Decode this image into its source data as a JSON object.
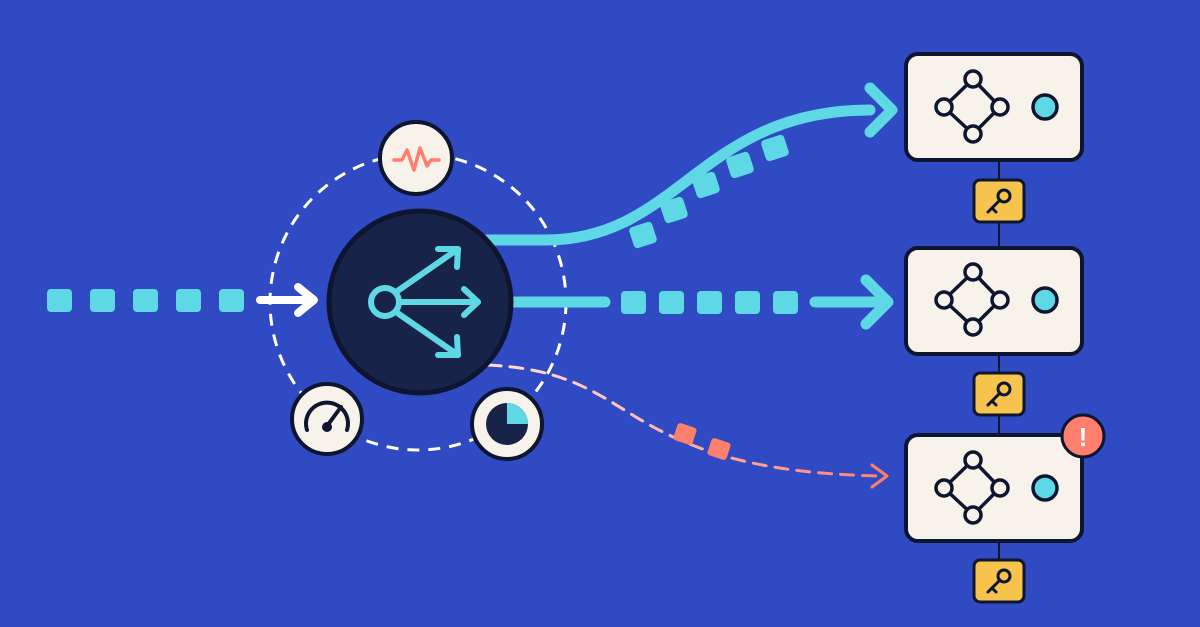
{
  "colors": {
    "background": "#2f4ac3",
    "traffic": "#5fd8e6",
    "error": "#ff7f6e",
    "hub": "#172349",
    "outline": "#0e1530",
    "card": "#f7f3ea",
    "key_badge": "#f6c34d",
    "white": "#ffffff"
  },
  "icons": {
    "hub": "split-arrows-icon",
    "health": "heartbeat-icon",
    "speed": "speedometer-icon",
    "capacity": "pie-chart-icon",
    "server": "network-node-icon",
    "status": "status-dot-icon",
    "key": "key-icon",
    "alert": "exclamation-icon"
  },
  "servers": [
    {
      "status": "healthy",
      "alert": ""
    },
    {
      "status": "healthy",
      "alert": ""
    },
    {
      "status": "error",
      "alert": "!"
    }
  ]
}
